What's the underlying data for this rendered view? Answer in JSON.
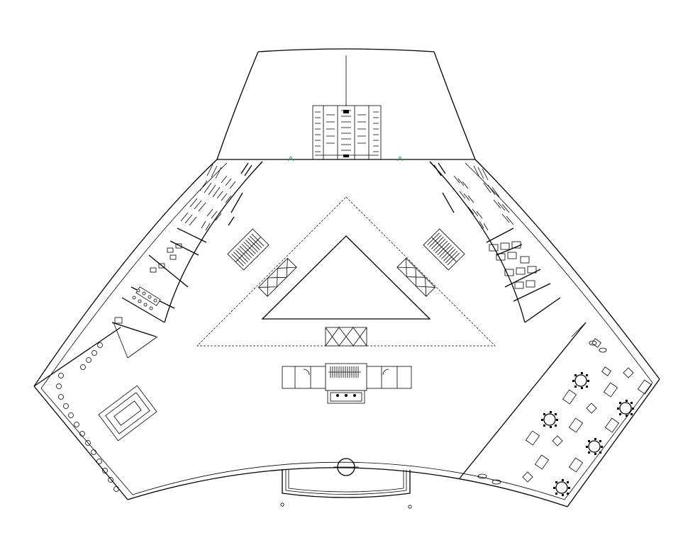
{
  "drawing": {
    "type": "architectural-floor-plan",
    "colors": {
      "background": "#ffffff",
      "line": "#000000",
      "door_marker": "#2e9b3a"
    },
    "zones": [
      {
        "id": "north-wing",
        "icon": "restroom-fixtures"
      },
      {
        "id": "northwest-wing-offices",
        "icon": "office-desks"
      },
      {
        "id": "northeast-wing-offices",
        "icon": "office-desks"
      },
      {
        "id": "southwest-hall",
        "icon": "column-grid"
      },
      {
        "id": "southeast-dining",
        "icon": "round-tables"
      },
      {
        "id": "central-atrium",
        "icon": "triangular-void"
      },
      {
        "id": "south-entrance",
        "icon": "entry-canopy"
      }
    ],
    "counts": {
      "round_tables": 6,
      "booths": 10,
      "columns_southwest": 17,
      "escalator_groups": 3
    }
  }
}
